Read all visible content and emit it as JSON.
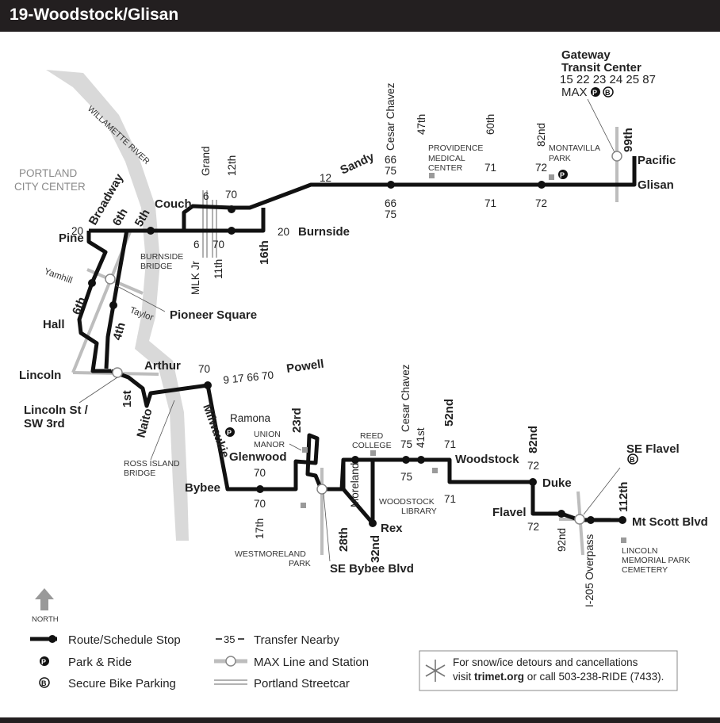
{
  "header": {
    "title": "19-Woodstock/Glisan"
  },
  "region_labels": {
    "city_center_1": "PORTLAND",
    "city_center_2": "CITY CENTER",
    "river": "WILLAMETTE RIVER"
  },
  "gateway": {
    "line1": "Gateway",
    "line2": "Transit Center",
    "line3": "15 22 23 24 25 87",
    "line4": "MAX"
  },
  "streets": {
    "broadway": "Broadway",
    "sixth_n": "6th",
    "fifth": "5th",
    "couch": "Couch",
    "pine": "Pine",
    "yamhill": "Yamhill",
    "sixth_s": "6th",
    "hall": "Hall",
    "fourth": "4th",
    "taylor": "Taylor",
    "lincoln": "Lincoln",
    "arthur": "Arthur",
    "first": "1st",
    "naito": "Naito",
    "grand": "Grand",
    "twelfth": "12th",
    "eleventh": "11th",
    "mlk": "MLK Jr",
    "sixteenth": "16th",
    "burnside": "Burnside",
    "sandy": "Sandy",
    "cesar_chavez_n": "Cesar Chavez",
    "forty_seventh": "47th",
    "sixtieth": "60th",
    "eighty_second_n": "82nd",
    "ninety_ninth": "99th",
    "pacific": "Pacific",
    "glisan": "Glisan",
    "powell": "Powell",
    "milwaukie": "Milwaukie",
    "ramona": "Ramona",
    "twenty_third": "23rd",
    "glenwood": "Glenwood",
    "bybee": "Bybee",
    "seventeenth": "17th",
    "moreland": "Moreland",
    "twenty_eighth": "28th",
    "thirty_second": "32nd",
    "rex": "Rex",
    "cesar_chavez_s": "Cesar Chavez",
    "forty_first": "41st",
    "fifty_second": "52nd",
    "woodstock": "Woodstock",
    "eighty_second_s": "82nd",
    "duke": "Duke",
    "flavel": "Flavel",
    "ninety_second": "92nd",
    "i205": "I-205 Overpass",
    "one_twelfth": "112th",
    "mt_scott": "Mt Scott Blvd"
  },
  "stations": {
    "pioneer_square": "Pioneer Square",
    "lincoln_st_1": "Lincoln St /",
    "lincoln_st_2": "SW 3rd",
    "se_bybee": "SE Bybee Blvd",
    "se_flavel": "SE Flavel"
  },
  "landmarks": {
    "burnside_bridge_1": "BURNSIDE",
    "burnside_bridge_2": "BRIDGE",
    "providence_1": "PROVIDENCE",
    "providence_2": "MEDICAL",
    "providence_3": "CENTER",
    "montavilla_1": "MONTAVILLA",
    "montavilla_2": "PARK",
    "ross_island_1": "ROSS ISLAND",
    "ross_island_2": "BRIDGE",
    "union_manor_1": "UNION",
    "union_manor_2": "MANOR",
    "reed_1": "REED",
    "reed_2": "COLLEGE",
    "woodstock_lib_1": "WOODSTOCK",
    "woodstock_lib_2": "LIBRARY",
    "westmoreland_1": "WESTMORELAND",
    "westmoreland_2": "PARK",
    "lincoln_mem_1": "LINCOLN",
    "lincoln_mem_2": "MEMORIAL PARK",
    "lincoln_mem_3": "CEMETERY"
  },
  "transfers": {
    "t20a": "20",
    "t20b": "20",
    "t6a": "6",
    "t6b": "6",
    "t70a": "70",
    "t70b": "70",
    "t12": "12",
    "t66a": "66",
    "t75a": "75",
    "t66b": "66",
    "t75b": "75",
    "t71a": "71",
    "t71b": "71",
    "t72a": "72",
    "t72b": "72",
    "t70c": "70",
    "t9_17_66_70": "9 17 66 70",
    "t70d": "70",
    "t70e": "70",
    "t75c": "75",
    "t75d": "75",
    "t71c": "71",
    "t71d": "71",
    "t72c": "72",
    "t72d": "72"
  },
  "north": "NORTH",
  "legend": {
    "route_stop": "Route/Schedule Stop",
    "park_ride": "Park & Ride",
    "bike": "Secure Bike Parking",
    "transfer_sample": "35",
    "transfer": "Transfer Nearby",
    "max": "MAX Line and Station",
    "streetcar": "Portland Streetcar"
  },
  "notice": {
    "line1": "For snow/ice detours and cancellations",
    "line2_pre": "visit ",
    "line2_link": "trimet.org",
    "line2_post": " or call 503-238-RIDE (7433)."
  },
  "colors": {
    "route": "#111111",
    "river": "#d9d9d9",
    "max": "#bdbdbd",
    "landmark": "#9a9a9a",
    "header": "#231f20"
  }
}
